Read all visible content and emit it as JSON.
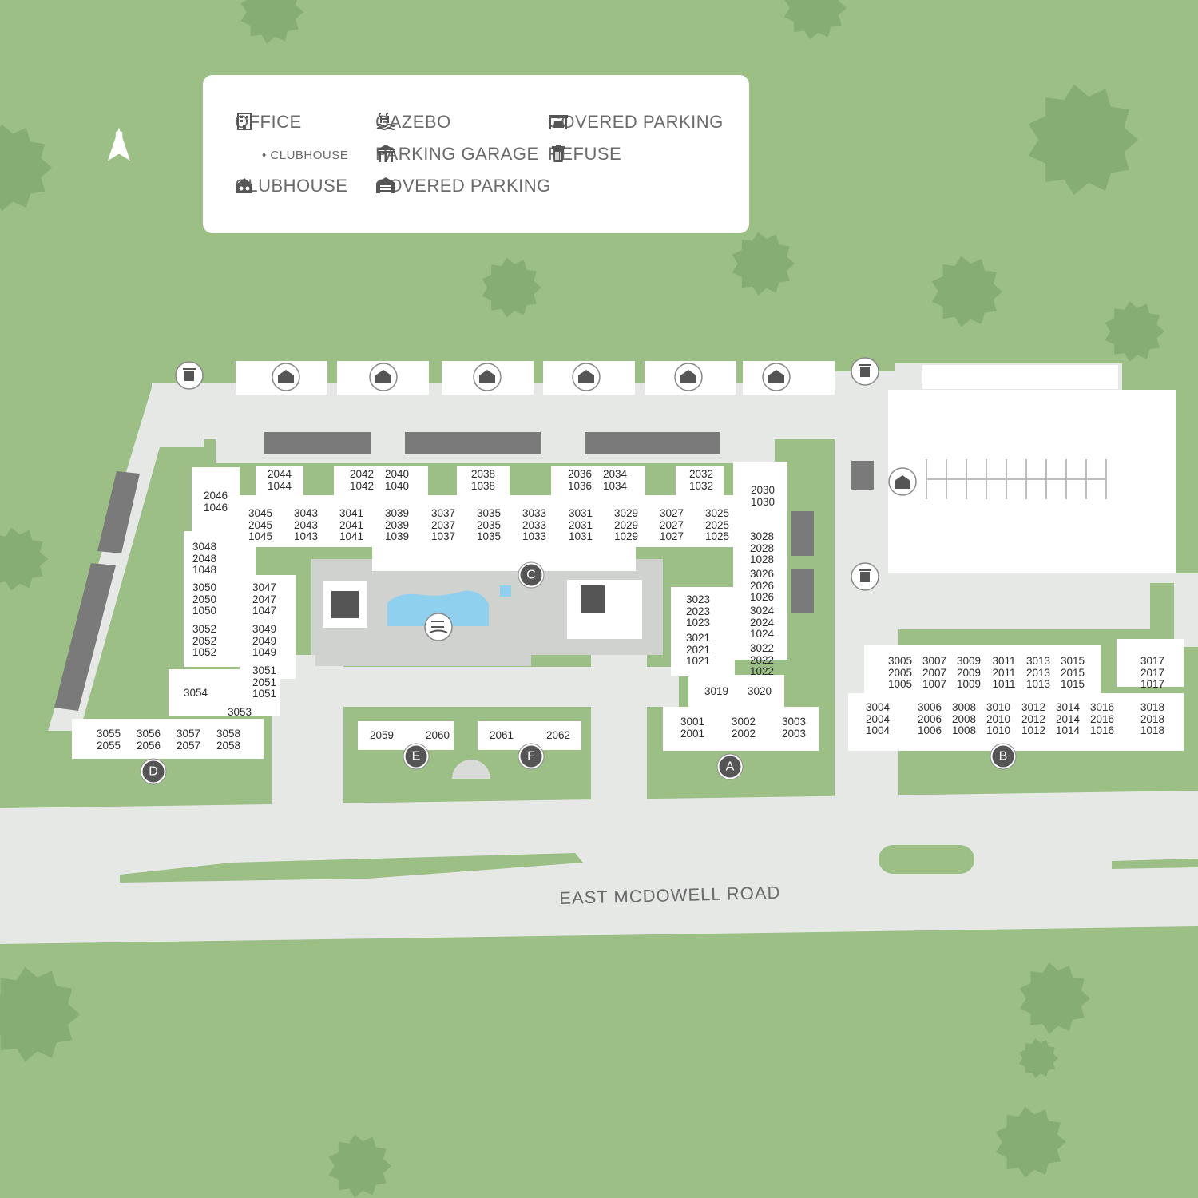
{
  "colors": {
    "grass": "#9bbf85",
    "tree": "#86ad73",
    "pavement": "#e6e8e6",
    "building": "#ffffff",
    "covered": "#7a7a7a",
    "icon": "#555555"
  },
  "legend": {
    "office": "OFFICE",
    "clubhouse_sub": "• CLUBHOUSE",
    "clubhouse": "CLUBHOUSE",
    "gazebo": "GAZEBO",
    "parking_garage": "PARKING GARAGE",
    "covered_parking_a": "COVERED PARKING",
    "covered_parking_b": "COVERED PARKING",
    "refuse": "REFUSE"
  },
  "compass": {
    "label": "N"
  },
  "road": {
    "name": "EAST MCDOWELL ROAD"
  },
  "buildings": [
    "A",
    "B",
    "C",
    "D",
    "E",
    "F"
  ],
  "units": [
    "2044\n1044",
    "2042\n1042",
    "2040\n1040",
    "2038\n1038",
    "2036\n1036",
    "2034\n1034",
    "2032\n1032",
    "2030\n1030",
    "2046\n1046",
    "3045\n2045\n1045",
    "3043\n2043\n1043",
    "3041\n2041\n1041",
    "3039\n2039\n1039",
    "3037\n2037\n1037",
    "3035\n2035\n1035",
    "3033\n2033\n1033",
    "3031\n2031\n1031",
    "3029\n2029\n1029",
    "3027\n2027\n1027",
    "3025\n2025\n1025",
    "3048\n2048\n1048",
    "3047\n2047\n1047",
    "3050\n2050\n1050",
    "3049\n2049\n1049",
    "3052\n2052\n1052",
    "3051\n2051\n1051",
    "3054",
    "3053",
    "3028\n2028\n1028",
    "3026\n2026\n1026",
    "3024\n2024\n1024",
    "3022\n2022\n1022",
    "3023\n2023\n1023",
    "3021\n2021\n1021",
    "3019",
    "3020",
    "3001\n2001",
    "3002\n2002",
    "3003\n2003",
    "3005\n2005\n1005",
    "3007\n2007\n1007",
    "3009\n2009\n1009",
    "3011\n2011\n1011",
    "3013\n2013\n1013",
    "3015\n2015\n1015",
    "3017\n2017\n1017",
    "3004\n2004\n1004",
    "3006\n2006\n1006",
    "3008\n2008\n1008",
    "3010\n2010\n1010",
    "3012\n2012\n1012",
    "3014\n2014\n1014",
    "3016\n2016\n1016",
    "3018\n2018\n1018",
    "3055\n2055",
    "3056\n2056",
    "3057\n2057",
    "3058\n2058",
    "2059",
    "2060",
    "2061",
    "2062"
  ]
}
